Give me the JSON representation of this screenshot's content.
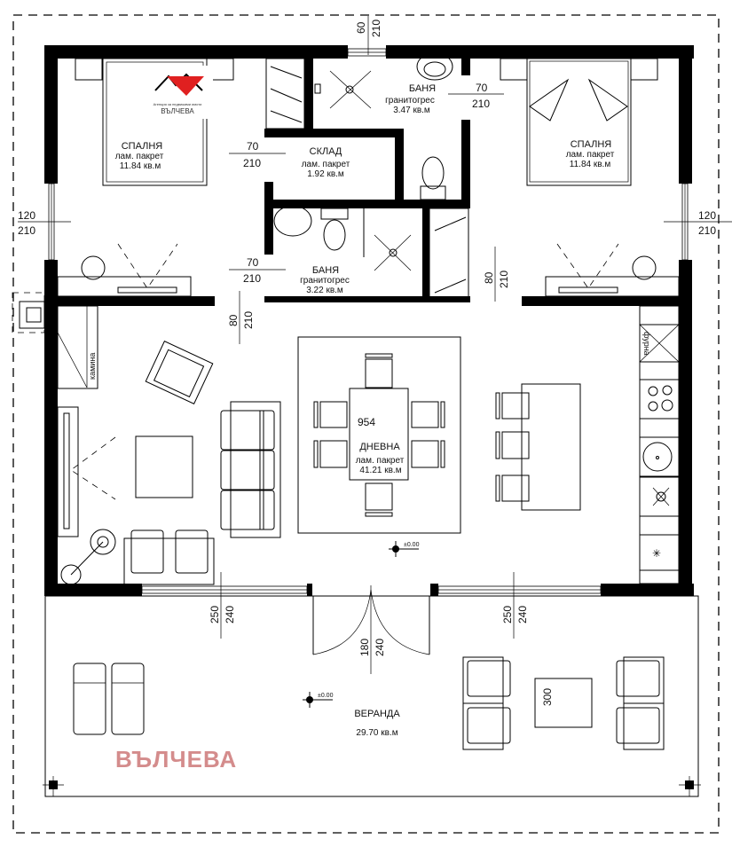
{
  "logo": {
    "name": "ВЪЛЧЕВА",
    "tagline": "Агенция за недвижими имоти",
    "color": "#e02020"
  },
  "watermark": {
    "text": "ВЪЛЧЕВА",
    "color": "#d48c8c"
  },
  "rooms": {
    "bedroom_left": {
      "name": "СПАЛНЯ",
      "floor": "лам. пакрет",
      "area": "11.84 кв.м"
    },
    "bedroom_right": {
      "name": "СПАЛНЯ",
      "floor": "лам. пакрет",
      "area": "11.84 кв.м"
    },
    "storage": {
      "name": "СКЛАД",
      "floor": "лам. пакрет",
      "area": "1.92 кв.м"
    },
    "bath_top": {
      "name": "БАНЯ",
      "floor": "гранитогрес",
      "area": "3.47 кв.м"
    },
    "bath_bottom": {
      "name": "БАНЯ",
      "floor": "гранитогрес",
      "area": "3.22 кв.м"
    },
    "living": {
      "code": "954",
      "name": "ДНЕВНА",
      "floor": "лам. пакрет",
      "area": "41.21 кв.м"
    },
    "veranda": {
      "name": "ВЕРАНДА",
      "area": "29.70 кв.м"
    }
  },
  "labels": {
    "fireplace": "камина",
    "oven": "фурна",
    "level_living": "±0.00",
    "level_veranda": "±0.00",
    "table_size": "300"
  },
  "dimensions": {
    "top_window": {
      "w": "60",
      "h": "210"
    },
    "door_storage": {
      "w": "70",
      "h": "210"
    },
    "door_bath_top": {
      "w": "70",
      "h": "210"
    },
    "door_bath_bottom": {
      "w": "70",
      "h": "210"
    },
    "window_left": {
      "w": "120",
      "h": "210"
    },
    "window_right": {
      "w": "120",
      "h": "210"
    },
    "door_bedroom_left": {
      "w": "80",
      "h": "210"
    },
    "door_bedroom_right": {
      "w": "80",
      "h": "210"
    },
    "window_bottom_left": {
      "w": "250",
      "h": "240"
    },
    "window_bottom_right": {
      "w": "250",
      "h": "240"
    },
    "entrance_door": {
      "w": "180",
      "h": "240"
    }
  }
}
